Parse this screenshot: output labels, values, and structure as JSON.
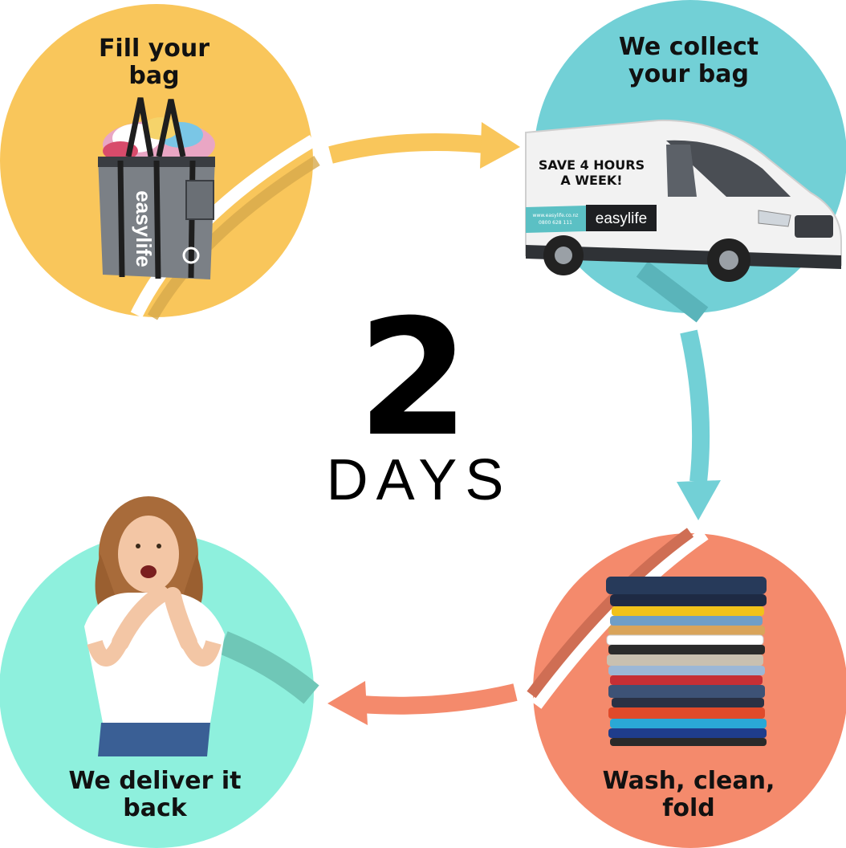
{
  "steps": {
    "fill": {
      "line1": "Fill your",
      "line2": "bag"
    },
    "collect": {
      "line1": "We collect",
      "line2": "your bag"
    },
    "wash": {
      "line1": "Wash, clean,",
      "line2": "fold"
    },
    "deliver": {
      "line1": "We deliver it",
      "line2": "back"
    }
  },
  "center": {
    "number": "2",
    "unit": "DAYS"
  },
  "van": {
    "sign_line1": "SAVE 4 HOURS",
    "sign_line2": "A WEEK!",
    "brand": "easylife",
    "website": "www.easylife.co.nz",
    "phone": "0800 628 111"
  },
  "bag": {
    "brand": "easylife"
  },
  "colors": {
    "fill": "#f9c65b",
    "collect": "#72d0d6",
    "wash": "#f48a6c",
    "deliver": "#8ef0dd",
    "text": "#111111"
  },
  "icons": [
    "laundry-bag-icon",
    "delivery-van-icon",
    "folded-clothes-icon",
    "happy-woman-icon",
    "arrow-icon"
  ]
}
